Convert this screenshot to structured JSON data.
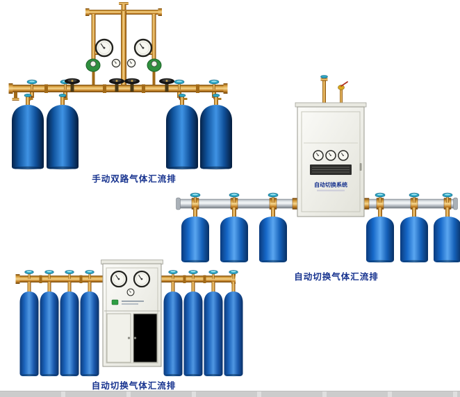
{
  "page": {
    "background": "#ffffff"
  },
  "products": {
    "manual_dual": {
      "caption": "手动双路气体汇流排"
    },
    "auto_right": {
      "caption": "自动切换气体汇流排",
      "cabinet_title": "自动切换系统"
    },
    "auto_bottom": {
      "caption": "自动切换气体汇流排"
    }
  },
  "colors": {
    "caption_text": "#17338f",
    "brass": "#c8862a",
    "cylinder_blue_dark": "#0d4d9e",
    "cylinder_blue_light": "#3f93e4",
    "steel_pipe": "#c9ced4",
    "cabinet_body": "#f3f3ee",
    "valve_teal": "#2fa6c2",
    "regulator_green": "#2f8f3e",
    "wheel_black": "#161616",
    "bottom_strip": "#cfcfcf"
  }
}
